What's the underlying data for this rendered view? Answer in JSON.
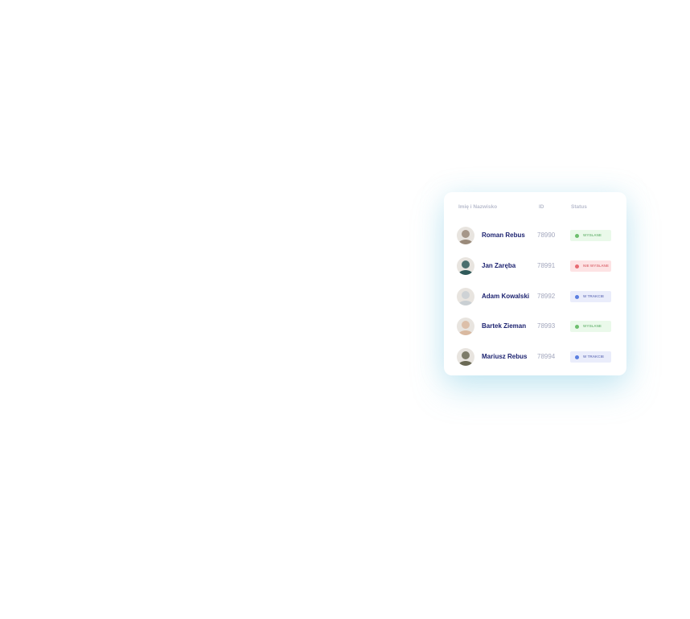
{
  "table": {
    "headers": {
      "name": "Imię i Nazwisko",
      "id": "ID",
      "status": "Status"
    },
    "rows": [
      {
        "name": "Roman Rebus",
        "id": "78990",
        "status": "WYSŁANE",
        "status_type": "green",
        "avatar_color": "#9a8a7a"
      },
      {
        "name": "Jan Zaręba",
        "id": "78991",
        "status": "NIE WYSŁANE",
        "status_type": "red",
        "avatar_color": "#2f5a5a"
      },
      {
        "name": "Adam Kowalski",
        "id": "78992",
        "status": "W TRAKCIE",
        "status_type": "blue",
        "avatar_color": "#c9cfd3"
      },
      {
        "name": "Bartek Zieman",
        "id": "78993",
        "status": "WYSŁANE",
        "status_type": "green",
        "avatar_color": "#d9b9a0"
      },
      {
        "name": "Mariusz Rebus",
        "id": "78994",
        "status": "W TRAKCIE",
        "status_type": "blue",
        "avatar_color": "#6b6a55"
      }
    ]
  }
}
